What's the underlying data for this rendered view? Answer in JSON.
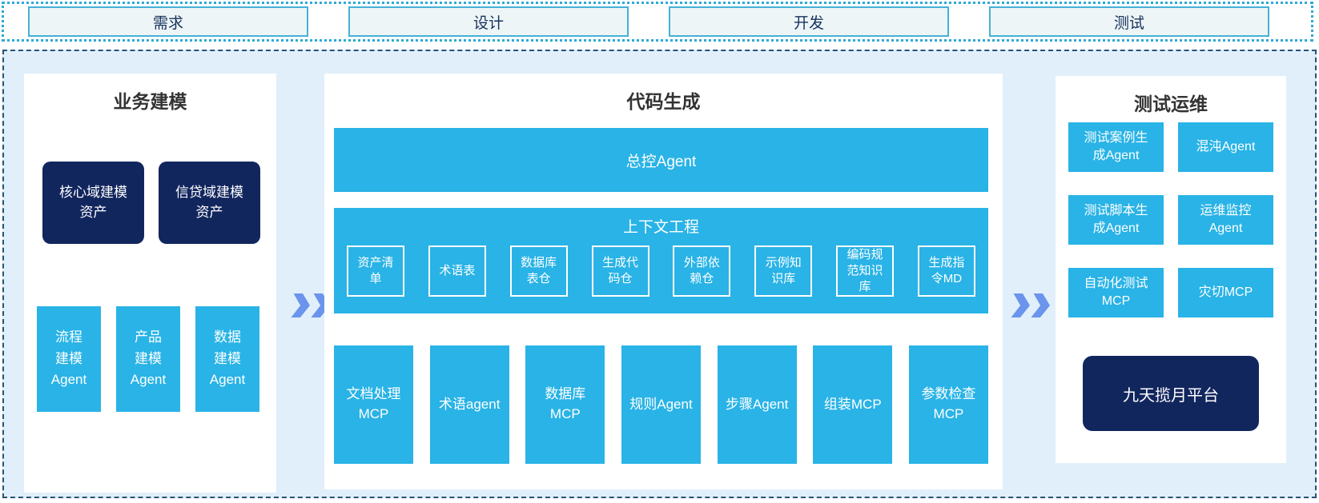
{
  "stages": {
    "items": [
      "需求",
      "设计",
      "开发",
      "测试"
    ]
  },
  "business_modeling": {
    "title": "业务建模",
    "asset_boxes": [
      "核心域建模\n资产",
      "信贷域建模\n资产"
    ],
    "agent_boxes": [
      "流程\n建模\nAgent",
      "产品\n建模\nAgent",
      "数据\n建模\nAgent"
    ]
  },
  "code_generation": {
    "title": "代码生成",
    "master_agent": "总控Agent",
    "context_engineering": {
      "title": "上下文工程",
      "items": [
        "资产清\n单",
        "术语表",
        "数据库\n表仓",
        "生成代\n码仓",
        "外部依\n赖仓",
        "示例知\n识库",
        "编码规\n范知识\n库",
        "生成指\n令MD"
      ]
    },
    "tool_boxes": [
      "文档处理\nMCP",
      "术语agent",
      "数据库\nMCP",
      "规则Agent",
      "步骤Agent",
      "组装MCP",
      "参数检查\nMCP"
    ]
  },
  "test_ops": {
    "title": "测试运维",
    "boxes": [
      "测试案例生\n成Agent",
      "混沌Agent",
      "测试脚本生\n成Agent",
      "运维监控\nAgent",
      "自动化测试\nMCP",
      "灾切MCP"
    ],
    "platform_box": "九天揽月平台"
  },
  "colors": {
    "cyan": "#29b3e6",
    "navy": "#12265e",
    "panel_bg": "#e0effa",
    "stage_bg": "#eef5f7",
    "stage_border": "#45b1d6",
    "dotted_border": "#2ea9d6",
    "dashed_border": "#2a5275",
    "arrow_blue": "#6b94ec"
  }
}
